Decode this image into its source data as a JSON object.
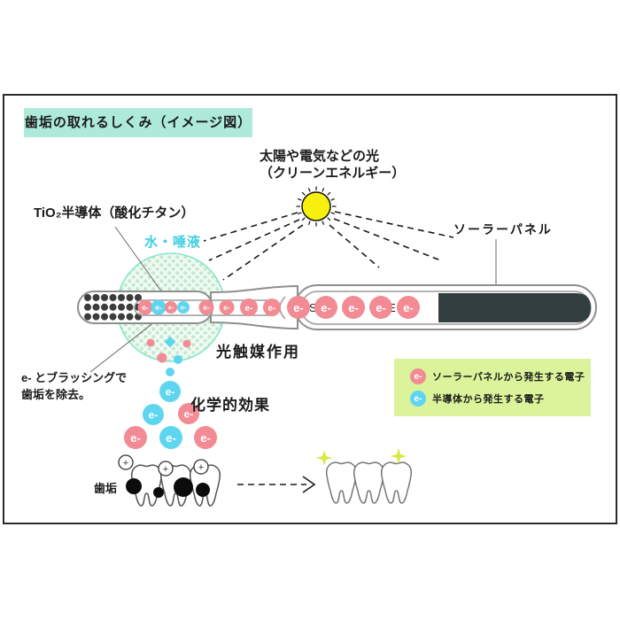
{
  "title": "歯垢の取れるしくみ（イメージ図）",
  "labels": {
    "light_source_line1": "太陽や電気などの光",
    "light_source_line2": "（クリーンエネルギー）",
    "semiconductor": "TiO₂半導体（酸化チタン）",
    "water_saliva": "水・唾液",
    "solar_panel": "ソーラーパネル",
    "photocatalysis": "光触媒作用",
    "chemical_effect": "化学的効果",
    "brushing_line1": "e- とブラッシングで",
    "brushing_line2": "歯垢を除去。",
    "plaque": "歯垢"
  },
  "brush": {
    "logo": "SOLADEY"
  },
  "electron_label": "e-",
  "plus_charge_label": "+",
  "legend": {
    "items": [
      {
        "label": "ソーラーパネルから発生する電子",
        "color": "#f28b93"
      },
      {
        "label": "半導体から発生する電子",
        "color": "#5fd6f0"
      }
    ]
  },
  "colors": {
    "electron_pink": "#f28b93",
    "electron_cyan": "#5fd6f0",
    "title_badge_bg": "#aeead9",
    "legend_bg": "#dbf39b",
    "water_text": "#3ccfe3",
    "solar_panel_dark": "#333e41",
    "sun_yellow": "#f7ef0e",
    "sparkle_green": "#d9e83d"
  }
}
